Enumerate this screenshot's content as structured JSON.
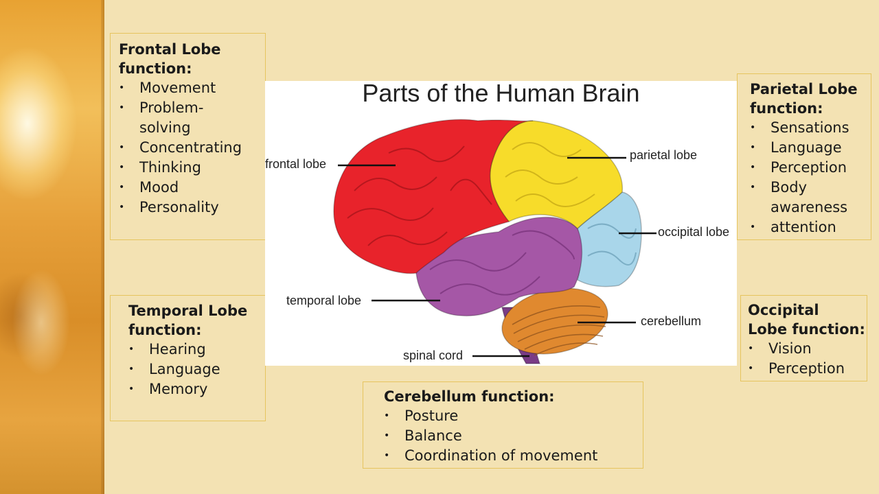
{
  "diagram": {
    "title": "Parts of the Human Brain",
    "labels": {
      "frontal": "frontal lobe",
      "parietal": "parietal lobe",
      "occipital": "occipital lobe",
      "temporal": "temporal lobe",
      "cerebellum": "cerebellum",
      "spinal_cord": "spinal cord"
    },
    "colors": {
      "frontal": "#e8232b",
      "parietal": "#f7dc2a",
      "occipital": "#a9d6ea",
      "temporal": "#a557a6",
      "cerebellum": "#e0892f",
      "spinal_cord": "#7a3c86"
    }
  },
  "boxes": {
    "frontal": {
      "title_line1": "Frontal Lobe",
      "title_line2": "function:",
      "items": [
        "Movement",
        "Problem-",
        "solving",
        "Concentrating",
        "Thinking",
        "Mood",
        "Personality"
      ]
    },
    "parietal": {
      "title_line1": "Parietal Lobe",
      "title_line2": "function:",
      "items": [
        "Sensations",
        "Language",
        "Perception",
        "Body",
        "awareness",
        "attention"
      ]
    },
    "temporal": {
      "title_line1": "Temporal Lobe",
      "title_line2": "function:",
      "items": [
        "Hearing",
        "Language",
        "Memory"
      ]
    },
    "occipital": {
      "title_line1": "Occipital",
      "title_line2": "Lobe function:",
      "items": [
        "Vision",
        "Perception"
      ]
    },
    "cerebellum": {
      "title": "Cerebellum function:",
      "items": [
        "Posture",
        "Balance",
        "Coordination of movement"
      ]
    }
  },
  "bullet": "•"
}
